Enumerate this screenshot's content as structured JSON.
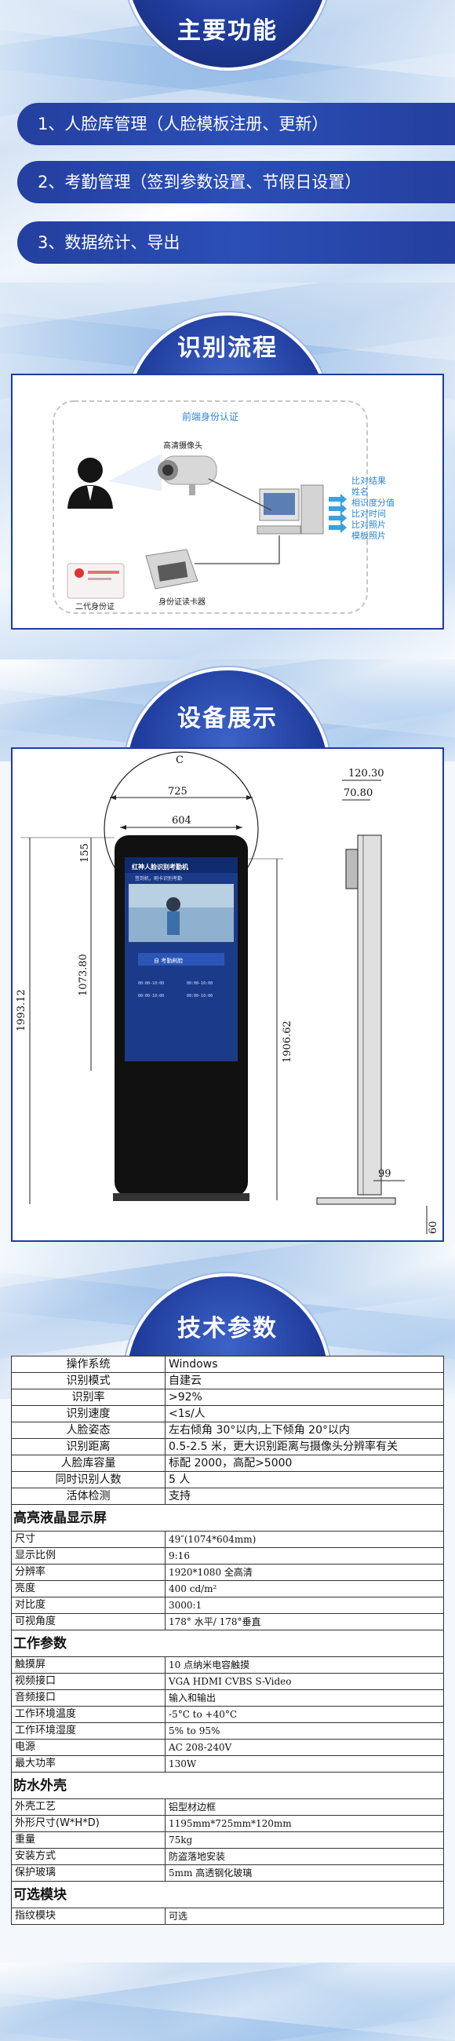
{
  "sections": {
    "functions": {
      "title": "主要功能",
      "items": [
        "1、人脸库管理（人脸模板注册、更新）",
        "2、考勤管理（签到参数设置、节假日设置）",
        "3、数据统计、导出"
      ]
    },
    "flow": {
      "title": "识别流程",
      "box_title": "前端身份认证",
      "camera_label": "高清摄像头",
      "id_card_label": "二代身份证",
      "reader_label": "身份证读卡器",
      "results": [
        "比对结果",
        "姓名",
        "相识度分值",
        "比对时间",
        "比对照片",
        "模板照片"
      ]
    },
    "devices": {
      "title": "设备展示",
      "dims": {
        "circle_label": "C",
        "top_width_outer": "725",
        "top_width_inner": "604",
        "head_height": "155",
        "total_height": "1993.12",
        "screen_height": "1073.80",
        "right_height": "1906.62",
        "side_depth_outer": "120.30",
        "side_depth_inner": "70.80",
        "base_depth": "99",
        "base_height": "60"
      },
      "screen": {
        "brand": "红神人脸识别考勤机",
        "subtitle": "签到机，刷卡识别考勤",
        "button": "自 考勤刷脸",
        "records": [
          "00:00-10:00",
          "00:00-10:00",
          "00:00-10:00",
          "00:00-10:00"
        ]
      }
    },
    "specs": {
      "title": "技术参数",
      "basic": [
        [
          "操作系统",
          "Windows"
        ],
        [
          "识别模式",
          "自建云"
        ],
        [
          "识别率",
          ">92%"
        ],
        [
          "识别速度",
          "<1s/人"
        ],
        [
          "人脸姿态",
          "左右倾角 30°以内,上下倾角 20°以内"
        ],
        [
          "识别距离",
          "0.5-2.5 米，更大识别距离与摄像头分辨率有关"
        ],
        [
          "人脸库容量",
          "标配 2000，高配>5000"
        ],
        [
          "同时识别人数",
          "5 人"
        ],
        [
          "活体检测",
          "支持"
        ]
      ],
      "groups": [
        {
          "title": "高亮液晶显示屏",
          "rows": [
            [
              "尺寸",
              "49″(1074*604mm)"
            ],
            [
              "显示比例",
              "9:16"
            ],
            [
              "分辨率",
              "1920*1080 全高清"
            ],
            [
              "亮度",
              "400 cd/m²"
            ],
            [
              "对比度",
              "3000:1"
            ],
            [
              "可视角度",
              "178° 水平/ 178°垂直"
            ]
          ]
        },
        {
          "title": "工作参数",
          "rows": [
            [
              "触摸屏",
              "10 点纳米电容触摸"
            ],
            [
              "视频接口",
              "VGA HDMI CVBS S-Video"
            ],
            [
              "音频接口",
              "输入和输出"
            ],
            [
              "工作环境温度",
              "-5°C to +40°C"
            ],
            [
              "工作环境湿度",
              "5% to 95%"
            ],
            [
              "电源",
              "AC 208-240V"
            ],
            [
              "最大功率",
              "130W"
            ]
          ]
        },
        {
          "title": "防水外壳",
          "rows": [
            [
              "外壳工艺",
              "铝型材边框"
            ],
            [
              "外形尺寸(W*H*D)",
              "1195mm*725mm*120mm"
            ],
            [
              "重量",
              "75kg"
            ],
            [
              "安装方式",
              "防盗落地安装"
            ],
            [
              "保护玻璃",
              "5mm 高透钢化玻璃"
            ]
          ]
        },
        {
          "title": "可选模块",
          "rows": [
            [
              "指纹模块",
              "可选"
            ]
          ]
        }
      ]
    }
  },
  "colors": {
    "primary": "#243f9f",
    "accent_text": "#2e86d6"
  }
}
